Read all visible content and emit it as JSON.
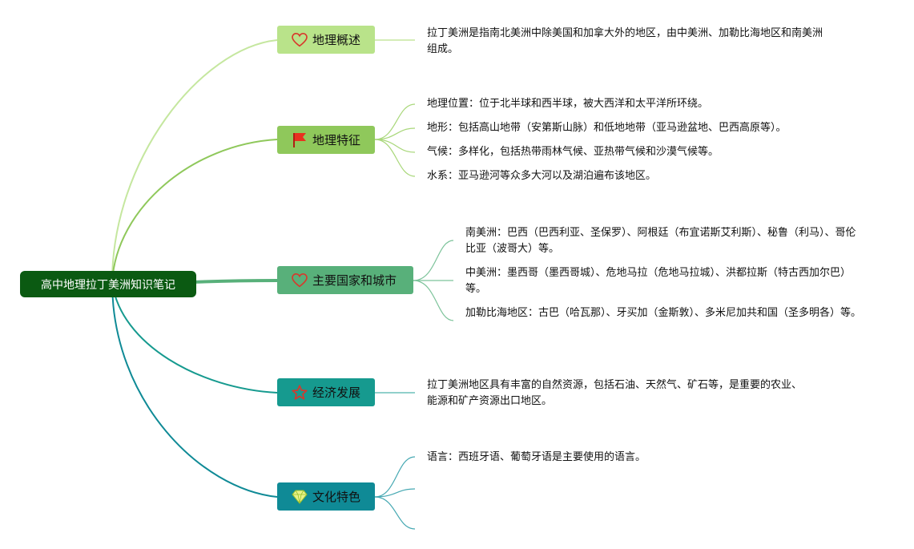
{
  "root": {
    "label": "高中地理拉丁美洲知识笔记"
  },
  "colors": {
    "root": "#0b5a12",
    "branch1": "#b9e38a",
    "branch2": "#8fc85b",
    "branch3": "#58b07a",
    "branch4": "#169a8f",
    "branch5": "#0f8a96",
    "icon_red": "#d9372b"
  },
  "branches": [
    {
      "label": "地理概述",
      "icon": "heart-outline-icon",
      "leaves": [
        "拉丁美洲是指南北美洲中除美国和加拿大外的地区，由中美洲、加勒比海地区和南美洲组成。"
      ]
    },
    {
      "label": "地理特征",
      "icon": "red-flag-icon",
      "leaves": [
        "地理位置：位于北半球和西半球，被大西洋和太平洋所环绕。",
        "地形：包括高山地带（安第斯山脉）和低地地带（亚马逊盆地、巴西高原等）。",
        "气候：多样化，包括热带雨林气候、亚热带气候和沙漠气候等。",
        "水系：亚马逊河等众多大河以及湖泊遍布该地区。"
      ]
    },
    {
      "label": "主要国家和城市",
      "icon": "heart-outline-icon",
      "leaves": [
        "南美洲：巴西（巴西利亚、圣保罗）、阿根廷（布宜诺斯艾利斯）、秘鲁（利马）、哥伦比亚（波哥大）等。",
        "中美洲：墨西哥（墨西哥城）、危地马拉（危地马拉城）、洪都拉斯（特古西加尔巴）等。",
        "加勒比海地区：古巴（哈瓦那）、牙买加（金斯敦）、多米尼加共和国（圣多明各）等。"
      ]
    },
    {
      "label": "经济发展",
      "icon": "star-outline-icon",
      "leaves": [
        "拉丁美洲地区具有丰富的自然资源，包括石油、天然气、矿石等，是重要的农业、能源和矿产资源出口地区。"
      ]
    },
    {
      "label": "文化特色",
      "icon": "diamond-icon",
      "leaves": [
        "语言：西班牙语、葡萄牙语是主要使用的语言。",
        "",
        ""
      ]
    }
  ]
}
